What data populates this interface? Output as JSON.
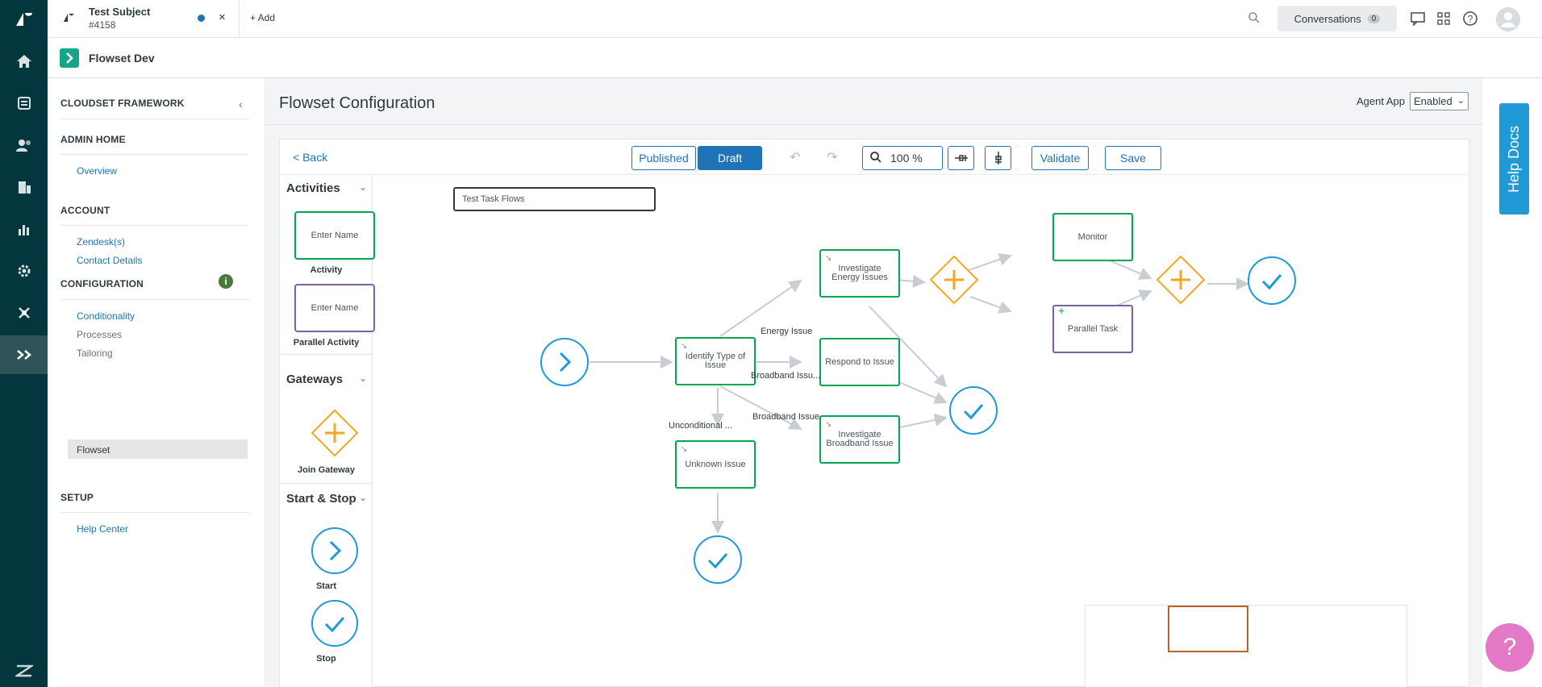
{
  "tab": {
    "title": "Test Subject",
    "subtitle": "#4158",
    "close": "×",
    "add": "+ Add"
  },
  "topbar": {
    "conversations_label": "Conversations",
    "conversations_count": "0"
  },
  "app": {
    "name": "Flowset Dev"
  },
  "sidebar": {
    "sections": [
      {
        "title": "CLOUDSET FRAMEWORK"
      },
      {
        "title": "ADMIN HOME",
        "items": [
          "Overview"
        ]
      },
      {
        "title": "ACCOUNT",
        "items": [
          "Zendesk(s)",
          "Contact Details"
        ]
      },
      {
        "title": "CONFIGURATION",
        "items": [
          "Conditionality",
          "Processes",
          "Tailoring",
          "Flowset"
        ]
      },
      {
        "title": "SETUP",
        "items": [
          "Help Center"
        ]
      }
    ],
    "selected": "Flowset",
    "collapse_glyph": "‹"
  },
  "main": {
    "title": "Flowset Configuration",
    "agent_app_label": "Agent App",
    "agent_app_value": "Enabled"
  },
  "toolbar": {
    "back": "< Back",
    "published": "Published",
    "draft": "Draft",
    "zoom": "100 %",
    "validate": "Validate",
    "save": "Save"
  },
  "palette": {
    "activities_title": "Activities",
    "activity_placeholder": "Enter Name",
    "activity_caption": "Activity",
    "parallel_placeholder": "Enter Name",
    "parallel_caption": "Parallel Activity",
    "gateways_title": "Gateways",
    "join_gateway_caption": "Join Gateway",
    "startstop_title": "Start & Stop",
    "start_caption": "Start",
    "stop_caption": "Stop"
  },
  "canvas": {
    "flow_name": "Test Task Flows",
    "nodes": {
      "identify": "Identify Type of Issue",
      "unknown": "Unknown Issue",
      "energy": "Investigate Energy Issues",
      "respond": "Respond to Issue",
      "broadband": "Investigate Broadband Issue",
      "monitor": "Monitor",
      "parallel": "Parallel Task"
    },
    "edge_labels": {
      "energy_issue": "Energy Issue",
      "broadband_1": "Broadband Issu...",
      "broadband_2": "Broadband Issue",
      "unconditional": "Unconditional ..."
    }
  },
  "help": {
    "docs": "Help Docs",
    "bubble": "?"
  },
  "colors": {
    "rail": "#03363d",
    "green": "#00a651",
    "blue": "#1f9ad6",
    "orange": "#f5a623",
    "purple": "#7e5fa2",
    "link": "#1f73b7"
  }
}
